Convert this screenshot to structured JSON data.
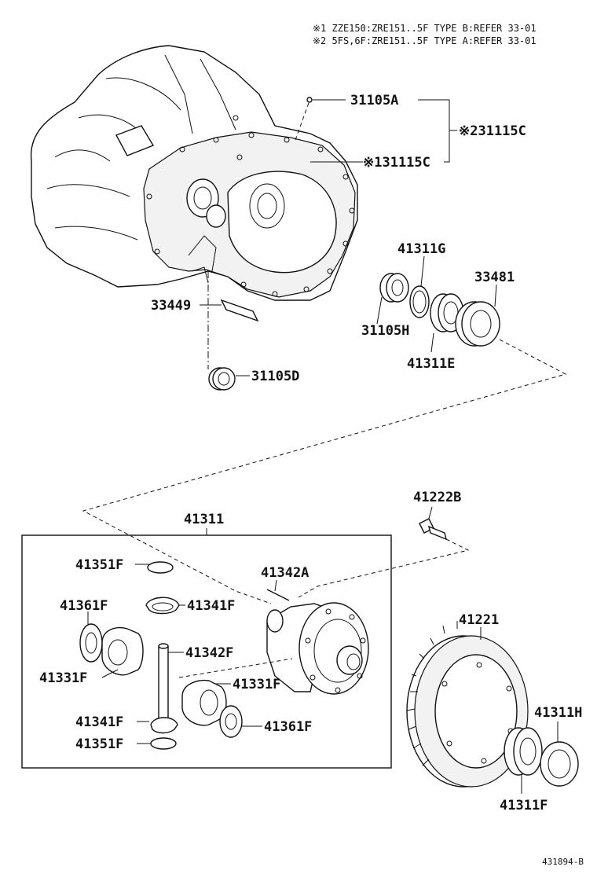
{
  "notes": [
    "※1 ZZE150:ZRE151..5F TYPE B:REFER 33-01",
    "※2 5FS,6F:ZRE151..5F TYPE A:REFER 33-01"
  ],
  "parts": {
    "p31105A": "31105A",
    "p31115C_2": "※231115C",
    "p31115C_1": "※131115C",
    "p41311G": "41311G",
    "p33481": "33481",
    "p31105H": "31105H",
    "p41311E": "41311E",
    "p33449": "33449",
    "p31105D": "31105D",
    "p41222B": "41222B",
    "p41311": "41311",
    "p41342A": "41342A",
    "p41351F_top": "41351F",
    "p41341F_top": "41341F",
    "p41361F_left": "41361F",
    "p41342F": "41342F",
    "p41331F_left": "41331F",
    "p41331F_right": "41331F",
    "p41341F_bottom": "41341F",
    "p41361F_right": "41361F",
    "p41351F_bottom": "41351F",
    "p41221": "41221",
    "p41311H": "41311H",
    "p41311F": "41311F"
  },
  "figure_code": "431894-B"
}
